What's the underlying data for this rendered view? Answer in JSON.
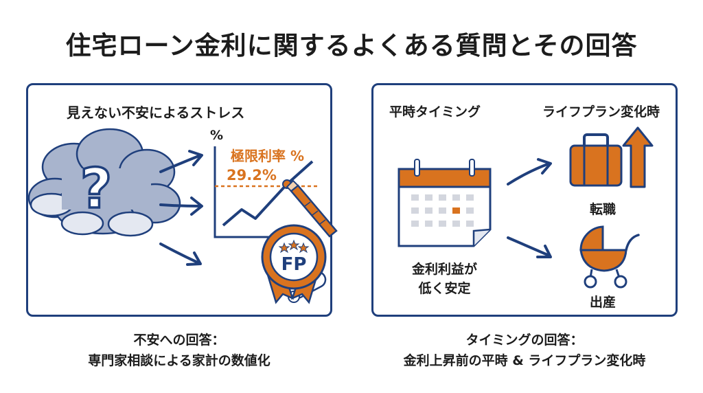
{
  "title": "住宅ローン金利に関するよくある質問とその回答",
  "left_panel": {
    "heading": "見えない不安によるストレス",
    "cloud_symbol": "?",
    "chart_axis_label": "%",
    "limit_rate_label": "極限利率 %",
    "limit_rate_value": "29.2%",
    "badge_text": "FP",
    "caption_line1": "不安への回答：",
    "caption_line2": "専門家相談による家計の数値化"
  },
  "right_panel": {
    "heading_left": "平時タイミング",
    "heading_right": "ライフプラン変化時",
    "calendar_caption_line1": "金利利益が",
    "calendar_caption_line2": "低く安定",
    "event_job_change": "転職",
    "event_birth": "出産",
    "caption_line1": "タイミングの回答：",
    "caption_line2": "金利上昇前の平時 & ライフプラン変化時"
  },
  "colors": {
    "navy": "#1f3f7c",
    "orange": "#d9731f",
    "cloud": "#a8b4cd",
    "light_gray": "#d3d6de"
  },
  "icons": [
    "question-cloud-icon",
    "arrow-icon",
    "line-chart-icon",
    "pencil-icon",
    "fp-badge-icon",
    "certificate-scroll-icon",
    "calendar-icon",
    "suitcase-icon",
    "up-arrow-icon",
    "baby-stroller-icon"
  ]
}
